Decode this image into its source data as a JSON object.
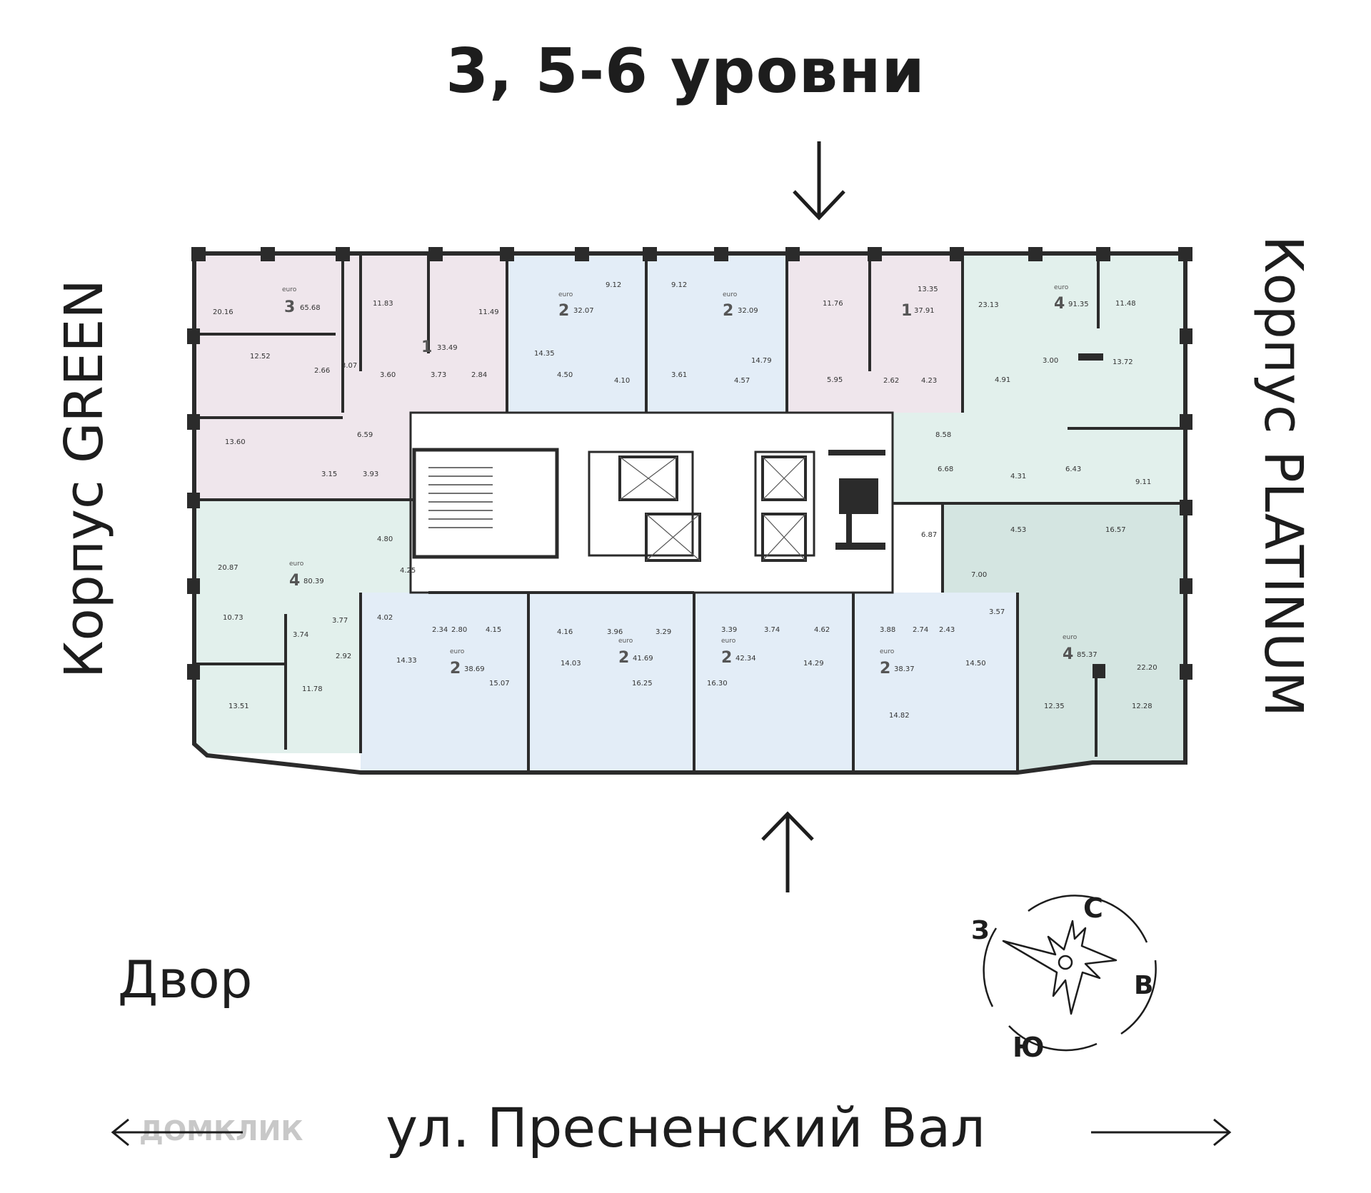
{
  "title": "3, 5-6 уровни",
  "building_left": "Корпус GREEN",
  "building_right": "Корпус PLATINUM",
  "yard_label": "Двор",
  "street_label": "ул. Пресненский Вал",
  "watermark": "ДОМКЛИК",
  "compass": {
    "north": "С",
    "west": "З",
    "east": "В",
    "south": "Ю"
  },
  "colors": {
    "pink": "#efe6ec",
    "blue": "#e3edf7",
    "mint": "#e2f0ec",
    "teal": "#d4e5e1",
    "wall": "#2b2b2b",
    "core": "#f1f1f1"
  },
  "apartments": [
    {
      "id": "a1",
      "tag": "euro",
      "rooms": "3",
      "total": "65.68",
      "color": "pink"
    },
    {
      "id": "a2",
      "tag": "",
      "rooms": "1",
      "total": "33.49",
      "color": "pink"
    },
    {
      "id": "a3",
      "tag": "euro",
      "rooms": "2",
      "total": "32.07",
      "color": "blue"
    },
    {
      "id": "a4",
      "tag": "euro",
      "rooms": "2",
      "total": "32.09",
      "color": "blue"
    },
    {
      "id": "a5",
      "tag": "",
      "rooms": "1",
      "total": "37.91",
      "color": "pink"
    },
    {
      "id": "a6",
      "tag": "euro",
      "rooms": "4",
      "total": "91.35",
      "color": "mint"
    },
    {
      "id": "a7",
      "tag": "euro",
      "rooms": "4",
      "total": "80.39",
      "color": "mint"
    },
    {
      "id": "a8",
      "tag": "euro",
      "rooms": "2",
      "total": "38.69",
      "color": "blue"
    },
    {
      "id": "a9",
      "tag": "euro",
      "rooms": "2",
      "total": "41.69",
      "color": "blue"
    },
    {
      "id": "a10",
      "tag": "euro",
      "rooms": "2",
      "total": "42.34",
      "color": "blue"
    },
    {
      "id": "a11",
      "tag": "euro",
      "rooms": "2",
      "total": "38.37",
      "color": "blue"
    },
    {
      "id": "a12",
      "tag": "euro",
      "rooms": "4",
      "total": "85.37",
      "color": "teal"
    }
  ],
  "room_areas": [
    "20.16",
    "11.83",
    "11.49",
    "9.12",
    "9.12",
    "11.76",
    "13.35",
    "23.13",
    "11.48",
    "12.52",
    "14.35",
    "14.79",
    "13.72",
    "2.66",
    "3.07",
    "3.60",
    "3.73",
    "2.84",
    "4.50",
    "4.10",
    "3.61",
    "4.57",
    "5.95",
    "2.62",
    "4.23",
    "3.00",
    "4.91",
    "13.60",
    "6.59",
    "8.58",
    "3.15",
    "3.93",
    "6.68",
    "4.31",
    "6.43",
    "9.11",
    "20.87",
    "4.80",
    "6.87",
    "4.53",
    "16.57",
    "4.25",
    "7.00",
    "10.73",
    "2.34",
    "2.80",
    "4.15",
    "4.16",
    "3.96",
    "3.29",
    "3.39",
    "3.74",
    "4.62",
    "3.88",
    "2.74",
    "2.43",
    "3.57",
    "4.02",
    "3.74",
    "3.77",
    "2.92",
    "14.33",
    "14.03",
    "16.25",
    "16.30",
    "14.29",
    "14.50",
    "22.20",
    "11.78",
    "13.51",
    "15.07",
    "14.82",
    "12.35",
    "12.28"
  ]
}
